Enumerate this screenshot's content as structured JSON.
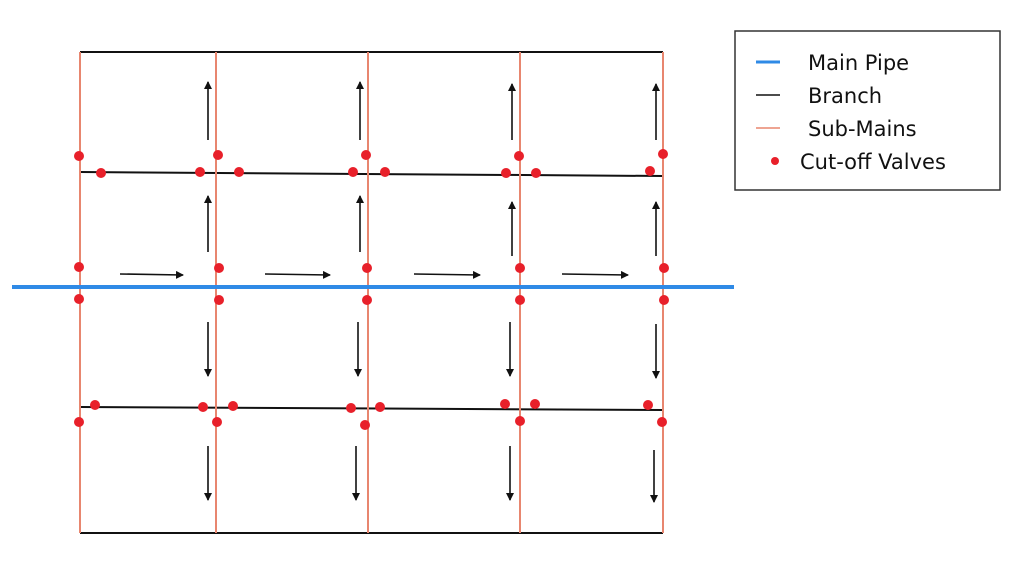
{
  "legend": {
    "items": [
      {
        "label": "Main Pipe",
        "kind": "line",
        "color": "#2f8ae6"
      },
      {
        "label": "Branch",
        "kind": "line",
        "color": "#111111"
      },
      {
        "label": "Sub-Mains",
        "kind": "line",
        "color": "#e8866f"
      },
      {
        "label": "Cut-off Valves",
        "kind": "dot",
        "color": "#e8202a"
      }
    ]
  },
  "colors": {
    "main_pipe": "#2f8ae6",
    "branch": "#111111",
    "sub_mains": "#e8866f",
    "valve": "#e8202a",
    "arrow": "#111111",
    "legend_border": "#333333"
  },
  "flow_directions": {
    "main_pipe": "right",
    "upper_half": "up",
    "lower_half": "down"
  }
}
